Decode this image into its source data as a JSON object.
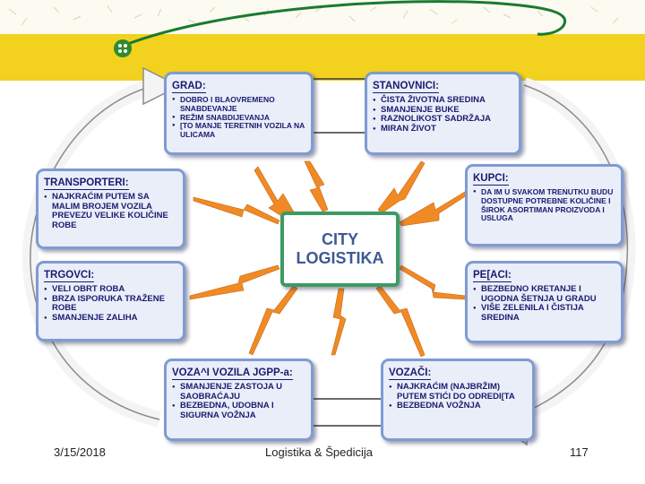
{
  "center_label": "CITY\nLOGISTIKA",
  "boxes": {
    "grad": {
      "title": "GRAD:",
      "items": [
        "DOBRO I BLAOVREMENO SNABDEVANJE",
        "REŽIM SNABDIJEVANJA",
        "[TO MANJE TERETNIH VOZILA NA ULICAMA"
      ]
    },
    "stanovnici": {
      "title": "STANOVNICI:",
      "items": [
        "ČISTA ŽIVOTNA SREDINA",
        "SMANJENJE BUKE",
        "RAZNOLIKOST SADRŽAJA",
        "MIRAN ŽIVOT"
      ]
    },
    "transporteri": {
      "title": "TRANSPORTERI:",
      "items": [
        "NAJKRAĆIM PUTEM SA MALIM BROJEM VOZILA PREVEZU VELIKE KOLIČINE ROBE"
      ]
    },
    "kupci": {
      "title": "KUPCI:",
      "items": [
        "DA IM U SVAKOM TRENUTKU BUDU DOSTUPNE POTREBNE KOLIČINE I ŠIROK ASORTIMAN PROIZVODA I USLUGA"
      ]
    },
    "trgovci": {
      "title": "TRGOVCI:",
      "items": [
        "VELI OBRT ROBA",
        "BRZA ISPORUKA TRAŽENE ROBE",
        "SMANJENJE ZALIHA"
      ]
    },
    "pesaci": {
      "title": "PE[ACI:",
      "items": [
        "BEZBEDNO KRETANJE I UGODNA ŠETNJA U GRADU",
        "VIŠE ZELENILA I ČISTIJA SREDINA"
      ]
    },
    "vozaci_jgpp": {
      "title": "VOZA^I VOZILA JGPP-a:",
      "items": [
        "SMANJENJE ZASTOJA U SAOBRAĆAJU",
        "BEZBEDNA, UDOBNA I SIGURNA VOŽNJA"
      ]
    },
    "vozaci": {
      "title": "VOZAČI:",
      "items": [
        "NAJKRAĆIM (NAJBRŽIM) PUTEM STIĆI DO ODREDI[TA",
        "BEZBEDNA VOŽNJA"
      ]
    }
  },
  "footer": {
    "date": "3/15/2018",
    "title": "Logistika & Špedicija",
    "page": "117"
  },
  "colors": {
    "box_border": "#7f9bd3",
    "box_fill": "#e9eef9",
    "text": "#1b1b6e",
    "arrow": "#f08a24",
    "center_border": "#3c9b62",
    "band": "#f2d11f"
  }
}
